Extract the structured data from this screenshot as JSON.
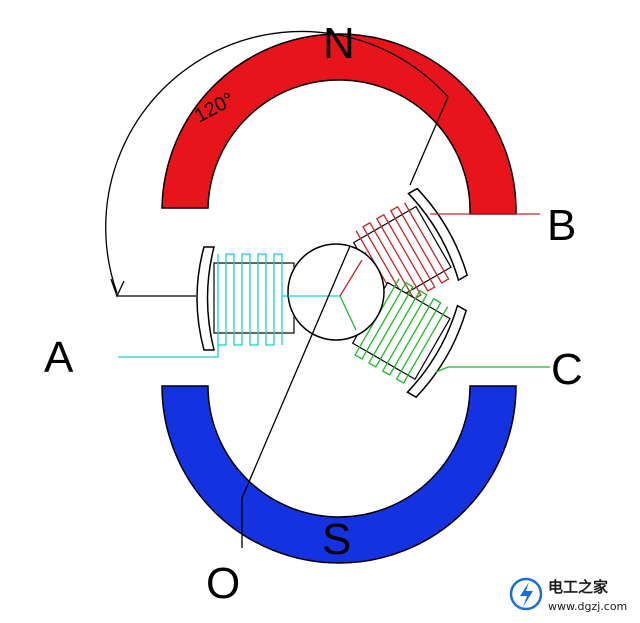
{
  "labels": {
    "north": "N",
    "south": "S",
    "phase_a": "A",
    "phase_b": "B",
    "phase_c": "C",
    "origin": "O",
    "angle": "120°"
  },
  "watermark": {
    "title": "电工之家",
    "url": "www.dgzj.com",
    "icon": "lightning-logo-icon"
  },
  "colors": {
    "north_pole": "#e8141b",
    "south_pole": "#1432e0",
    "coil_a": "#19d0d0",
    "coil_b": "#c0282a",
    "coil_c": "#22b82a",
    "line": "#000000",
    "watermark_accent": "#1a6fd6"
  }
}
